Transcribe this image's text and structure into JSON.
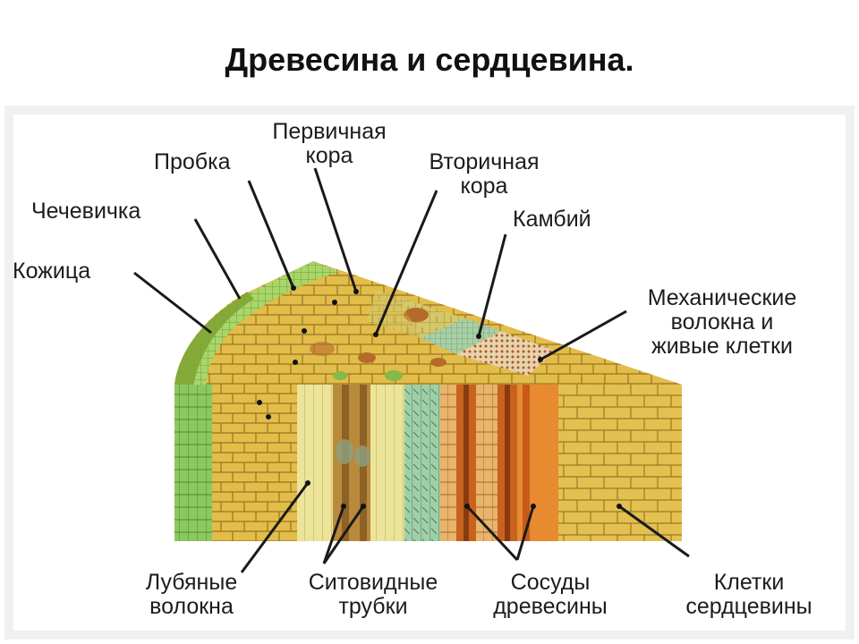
{
  "title": "Древесина и сердцевина.",
  "labels": {
    "primary_cortex": [
      "Первичная",
      "кора"
    ],
    "cork": "Пробка",
    "secondary_cortex": [
      "Вторичная",
      "кора"
    ],
    "lenticel": "Чечевичка",
    "cambium": "Камбий",
    "epidermis": "Кожица",
    "fibers_and_cells": [
      "Механические",
      "волокна и",
      "живые клетки"
    ],
    "bast_fibers": [
      "Лубяные",
      "волокна"
    ],
    "sieve_tubes": [
      "Ситовидные",
      "трубки"
    ],
    "wood_vessels": [
      "Сосуды",
      "древесины"
    ],
    "pith_cells": [
      "Клетки",
      "сердцевины"
    ]
  },
  "colors": {
    "epidermis": "#7fa535",
    "cork": "#a8d66a",
    "primary_cortex": "#e2bd4a",
    "secondary_cortex": "#d2c064",
    "bast": "#e8dd88",
    "sieve": "#b68a3c",
    "cambium": "#9cc49e",
    "wood_vessel": "#c8621c",
    "wood": "#e8b25a",
    "pith": "#e0bc4c",
    "cell_line": "#8a6a20"
  }
}
